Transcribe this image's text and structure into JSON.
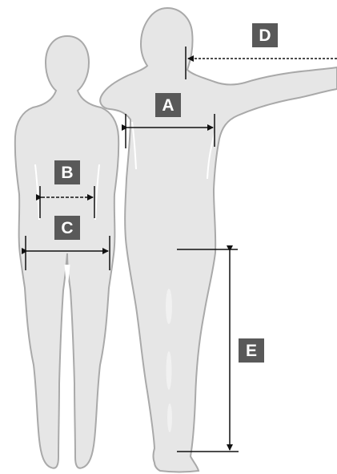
{
  "colors": {
    "silhouette_fill": "#e6e6e6",
    "silhouette_stroke": "#a9a9a9",
    "line": "#111111",
    "label_bg": "#595959",
    "label_text": "#ffffff"
  },
  "labels": {
    "a": "A",
    "b": "B",
    "c": "C",
    "d": "D",
    "e": "E"
  }
}
